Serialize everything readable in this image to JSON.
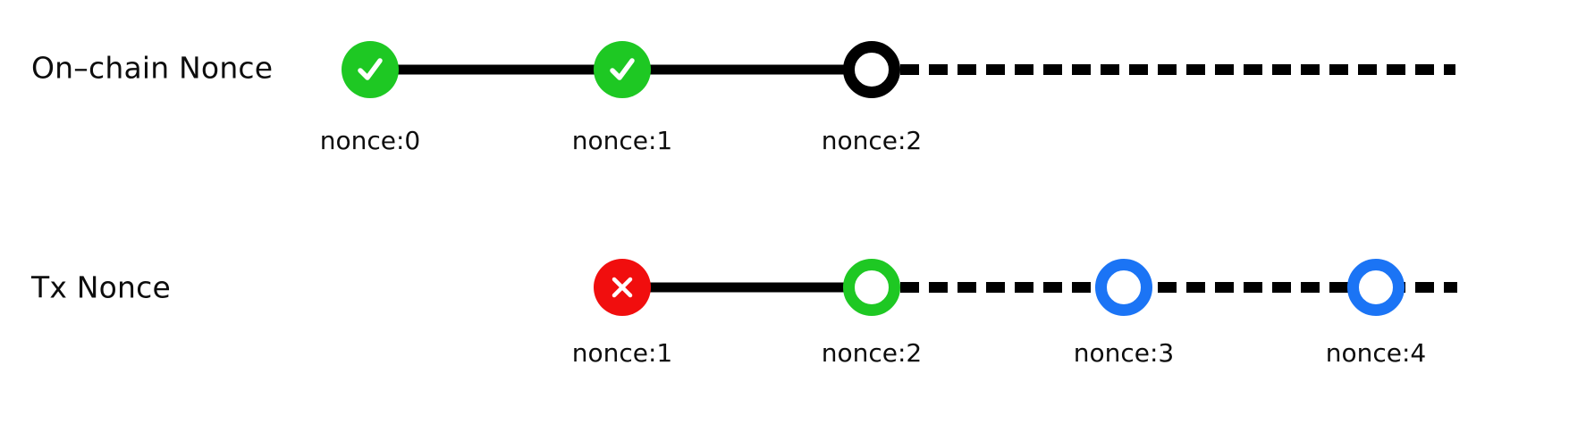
{
  "colors": {
    "confirmed_green": "#1ec823",
    "failed_red": "#f10e0e",
    "future_blue": "#1b74f5",
    "line_black": "#000000"
  },
  "rows": [
    {
      "title": "On–chain Nonce",
      "nodes": [
        {
          "label": "nonce:0",
          "icon": "check-icon",
          "style": "green-filled-circle"
        },
        {
          "label": "nonce:1",
          "icon": "check-icon",
          "style": "green-filled-circle"
        },
        {
          "label": "nonce:2",
          "icon": "ring",
          "style": "black-ring-circle"
        }
      ]
    },
    {
      "title": "Tx Nonce",
      "nodes": [
        {
          "label": "nonce:1",
          "icon": "x-icon",
          "style": "red-filled-circle"
        },
        {
          "label": "nonce:2",
          "icon": "ring",
          "style": "green-ring-circle"
        },
        {
          "label": "nonce:3",
          "icon": "ring",
          "style": "blue-ring-circle"
        },
        {
          "label": "nonce:4",
          "icon": "ring",
          "style": "blue-ring-circle"
        }
      ]
    }
  ]
}
